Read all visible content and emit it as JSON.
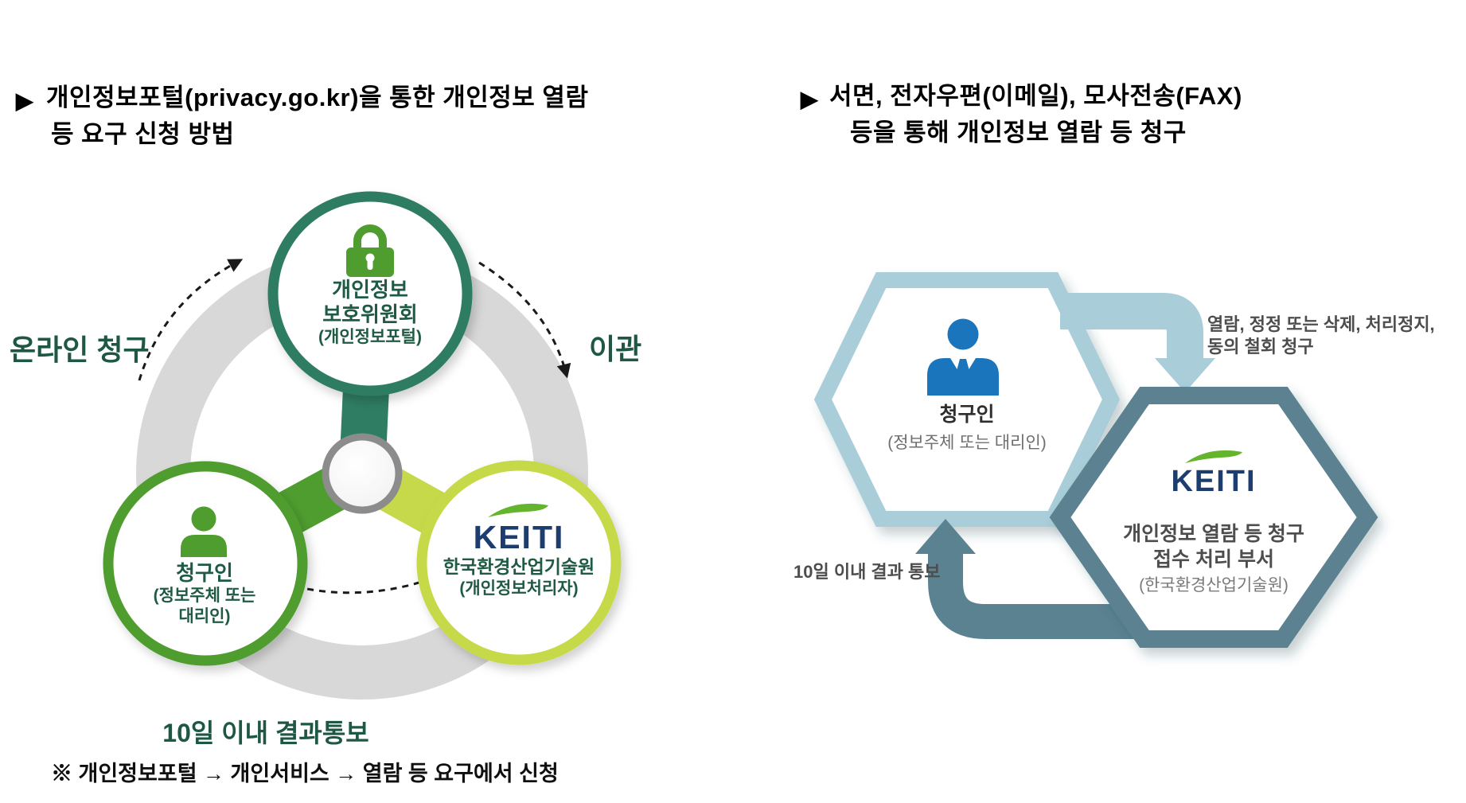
{
  "left_panel": {
    "title": {
      "marker": "▶",
      "line1": "개인정보포털(privacy.go.kr)을 통한 개인정보 열람",
      "line2": "등 요구 신청 방법"
    },
    "labels": {
      "online_request": "온라인 청구",
      "transfer": "이관",
      "result_notice": "10일 이내 결과통보"
    },
    "footnote": "※ 개인정보포털 → 개인서비스 → 열람 등 요구에서 신청",
    "nodes": {
      "ppc": {
        "icon": "lock-icon",
        "line1": "개인정보",
        "line2": "보호위원회",
        "line3": "(개인정보포털)"
      },
      "requester": {
        "icon": "person-icon",
        "line1": "청구인",
        "line2": "(정보주체 또는",
        "line3": "대리인)"
      },
      "keiti": {
        "icon": "leaf-icon",
        "logo": "KEITI",
        "line1": "한국환경산업기술원",
        "line2": "(개인정보처리자)"
      }
    }
  },
  "right_panel": {
    "title": {
      "marker": "▶",
      "line1": "서면, 전자우편(이메일), 모사전송(FAX)",
      "line2": "등을 통해 개인정보 열람 등 청구"
    },
    "requester_hex": {
      "icon": "business-person-icon",
      "title": "청구인",
      "subtitle": "(정보주체 또는 대리인)"
    },
    "keiti_hex": {
      "icon": "leaf-icon",
      "logo": "KEITI",
      "line1": "개인정보 열람 등 청구",
      "line2": "접수 처리 부서",
      "line3": "(한국환경산업기술원)"
    },
    "arrow_labels": {
      "request_line1": "열람, 정정 또는 삭제, 처리정지,",
      "request_line2": "동의 철회 청구",
      "response": "10일 이내 결과 통보"
    }
  },
  "colors": {
    "teal_green": "#2F7D62",
    "green": "#4F9D2F",
    "lime": "#C6D94A",
    "ring_gray": "#D8D8D8",
    "hub_ring_gray": "#8C8C8C",
    "dark_green_text": "#1F5B44",
    "keiti_navy": "#1C3D6E",
    "leaf_green": "#64B52D",
    "light_blue": "#A9CED9",
    "slate_teal": "#5B8291",
    "person_blue": "#1B75BC",
    "arrow_label_gray": "#4D4D4D"
  }
}
